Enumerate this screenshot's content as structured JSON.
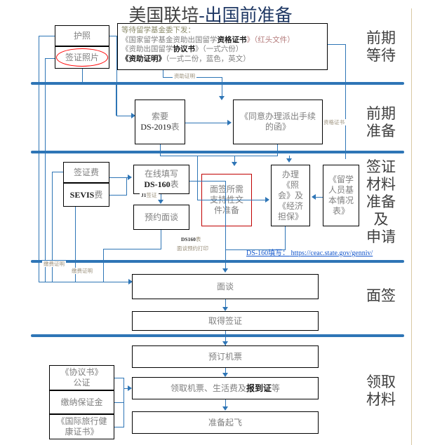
{
  "title": {
    "main": "美国联培",
    "dash": "-",
    "sub": "出国前准备"
  },
  "sections": [
    {
      "id": "pre-wait",
      "label": "前期\n等待"
    },
    {
      "id": "pre-prep",
      "label": "前期\n准备"
    },
    {
      "id": "visa-prep",
      "label": "签证\n材料\n准备\n及\n申请"
    },
    {
      "id": "interview",
      "label": "面签"
    },
    {
      "id": "collect",
      "label": "领取\n材料"
    }
  ],
  "section_labels": {
    "pre_wait_line1": "前期",
    "pre_wait_line2": "等待",
    "pre_prep_line1": "前期",
    "pre_prep_line2": "准备",
    "visa_line1": "签证",
    "visa_line2": "材料",
    "visa_line3": "准备",
    "visa_line4": "及",
    "visa_line5": "申请",
    "interview_line1": "面签",
    "collect_line1": "领取",
    "collect_line2": "材料"
  },
  "boxes": {
    "passport": "护照",
    "visa_photo": "签证照片",
    "request_ds2019_l1": "索要",
    "request_ds2019_l2": "DS-2019",
    "request_ds2019_l2b": "表",
    "consent_letter_l1": "《同意办理派出手续",
    "consent_letter_l2": "的函》",
    "visa_fee": "签证费",
    "sevis_fee_a": "SEVIS",
    "sevis_fee_b": "费",
    "ds160_online_l1": "在线填写",
    "ds160_online_l2": "DS-160",
    "ds160_online_l2b": "表",
    "book_interview": "预约面谈",
    "support_docs_l1": "面签所需",
    "support_docs_l2": "支持性文",
    "support_docs_l3": "件准备",
    "note_guarantee_l1": "办理",
    "note_guarantee_l2": "《照",
    "note_guarantee_l3": "会》及",
    "note_guarantee_l4": "《经济",
    "note_guarantee_l5": "担保》",
    "student_form_l1": "《留学",
    "student_form_l2": "人员基",
    "student_form_l3": "本情况",
    "student_form_l4": "表》",
    "interview": "面谈",
    "obtain_visa": "取得签证",
    "book_ticket": "预订机票",
    "collect_items_a": "领取机票、生活费及",
    "collect_items_b": "报到证",
    "collect_items_c": "等",
    "ready_to_fly": "准备起飞",
    "agreement_notarize_l1": "《协议书》",
    "agreement_notarize_l2": "公证",
    "deposit": "缴纳保证金",
    "health_cert_l1": "《国际旅行健",
    "health_cert_l2": "康证书》"
  },
  "notes_box": {
    "line1": "等待留学基金委下发：",
    "line2_a": "《国家留学基金资助出国留学",
    "line2_b": "资格证书",
    "line2_c": "》（红头文件）",
    "line3_a": "《资助出国留学",
    "line3_b": "协议书",
    "line3_c": "》（一式六份）",
    "line4_a": "《资助证明》",
    "line4_b": "（一式二份，蓝色，英文）"
  },
  "edge_labels": {
    "funding_proof": "资助证明",
    "qualification_cert": "资格证书",
    "j1_visa_a": "J1",
    "j1_visa_b": "签证",
    "ds160_form_a": "DS160",
    "ds160_form_b": "表",
    "interview_printout_a": "面谈预约",
    "interview_printout_b": "打印",
    "payment_proof_1": "缴费证明",
    "payment_proof_2": "缴费证明"
  },
  "link": {
    "ds160_label": "DS-160",
    "ds160_label_cn": "填写：",
    "ds160_url": "https://ceac.state.gov/genniv/"
  },
  "colors": {
    "divider": "#2e75b6",
    "connector": "#2e75b6",
    "box_border": "#000000",
    "red_border": "#c00000",
    "ellipse": "#ff0000",
    "link": "#1155cc",
    "box_text": "#7f7f7f",
    "title_text": "#3f3f3f",
    "right_rule": "#d9c9a3"
  }
}
